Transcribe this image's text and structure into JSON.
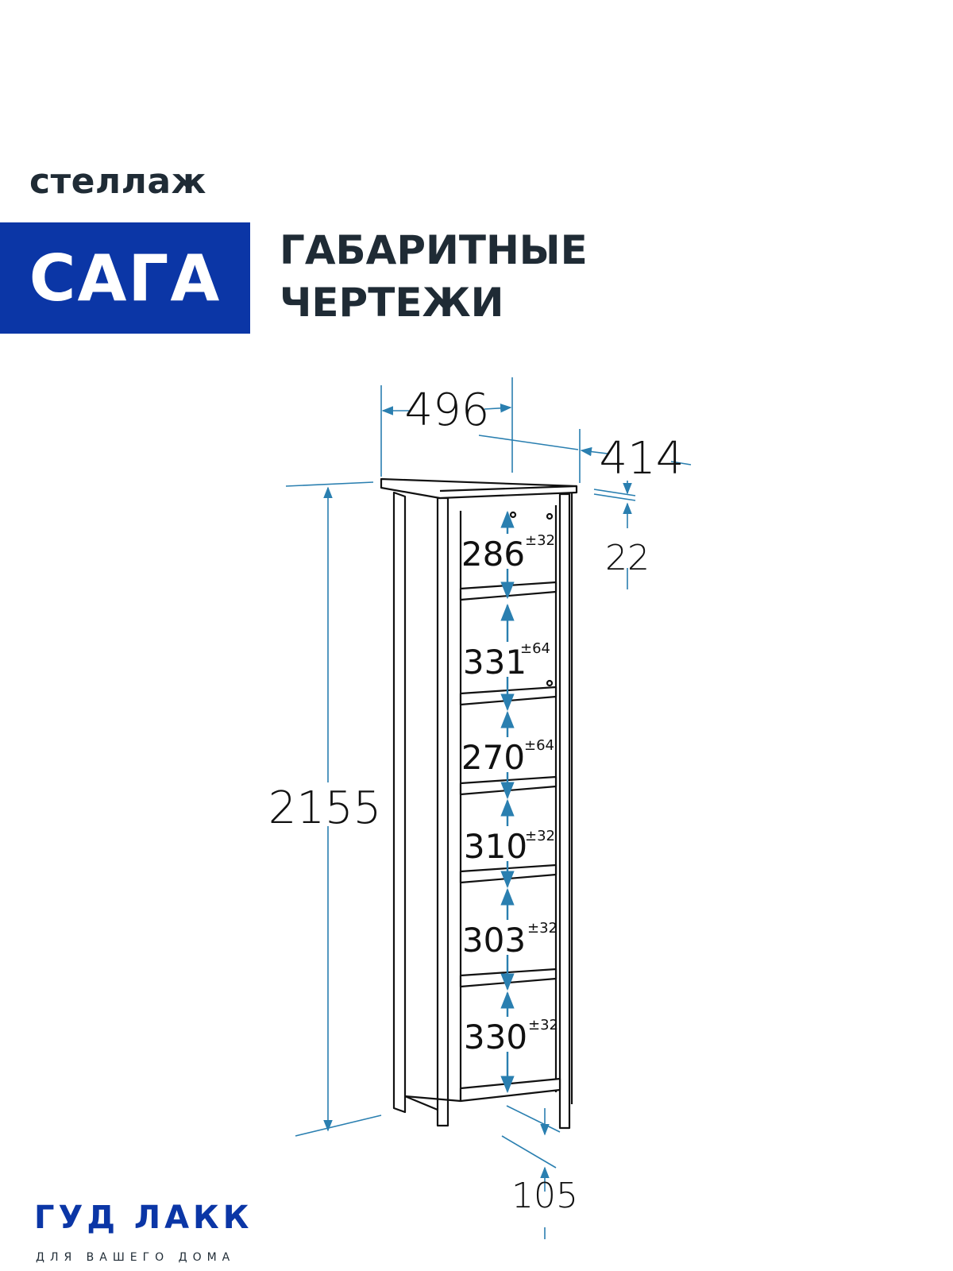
{
  "header": {
    "category": "стеллаж",
    "product_name": "САГА",
    "heading_lines": [
      "ГАБАРИТНЫЕ",
      "ЧЕРТЕЖИ"
    ]
  },
  "dimensions": {
    "width": "496",
    "depth": "414",
    "top_thickness": "22",
    "height": "2155",
    "base_height": "105"
  },
  "shelf_gaps": [
    {
      "value": "286",
      "tolerance": "±32"
    },
    {
      "value": "331",
      "tolerance": "±64"
    },
    {
      "value": "270",
      "tolerance": "±64"
    },
    {
      "value": "310",
      "tolerance": "±32"
    },
    {
      "value": "303",
      "tolerance": "±32"
    },
    {
      "value": "330",
      "tolerance": "±32"
    }
  ],
  "brand": {
    "name": "ГУД ЛАКК",
    "tagline": "ДЛЯ ВАШЕГО ДОМА"
  },
  "colors": {
    "brand_blue": "#0b36a6",
    "text_dark": "#1f2b35",
    "dimension_blue": "#2a7fb0",
    "line_black": "#111111"
  }
}
